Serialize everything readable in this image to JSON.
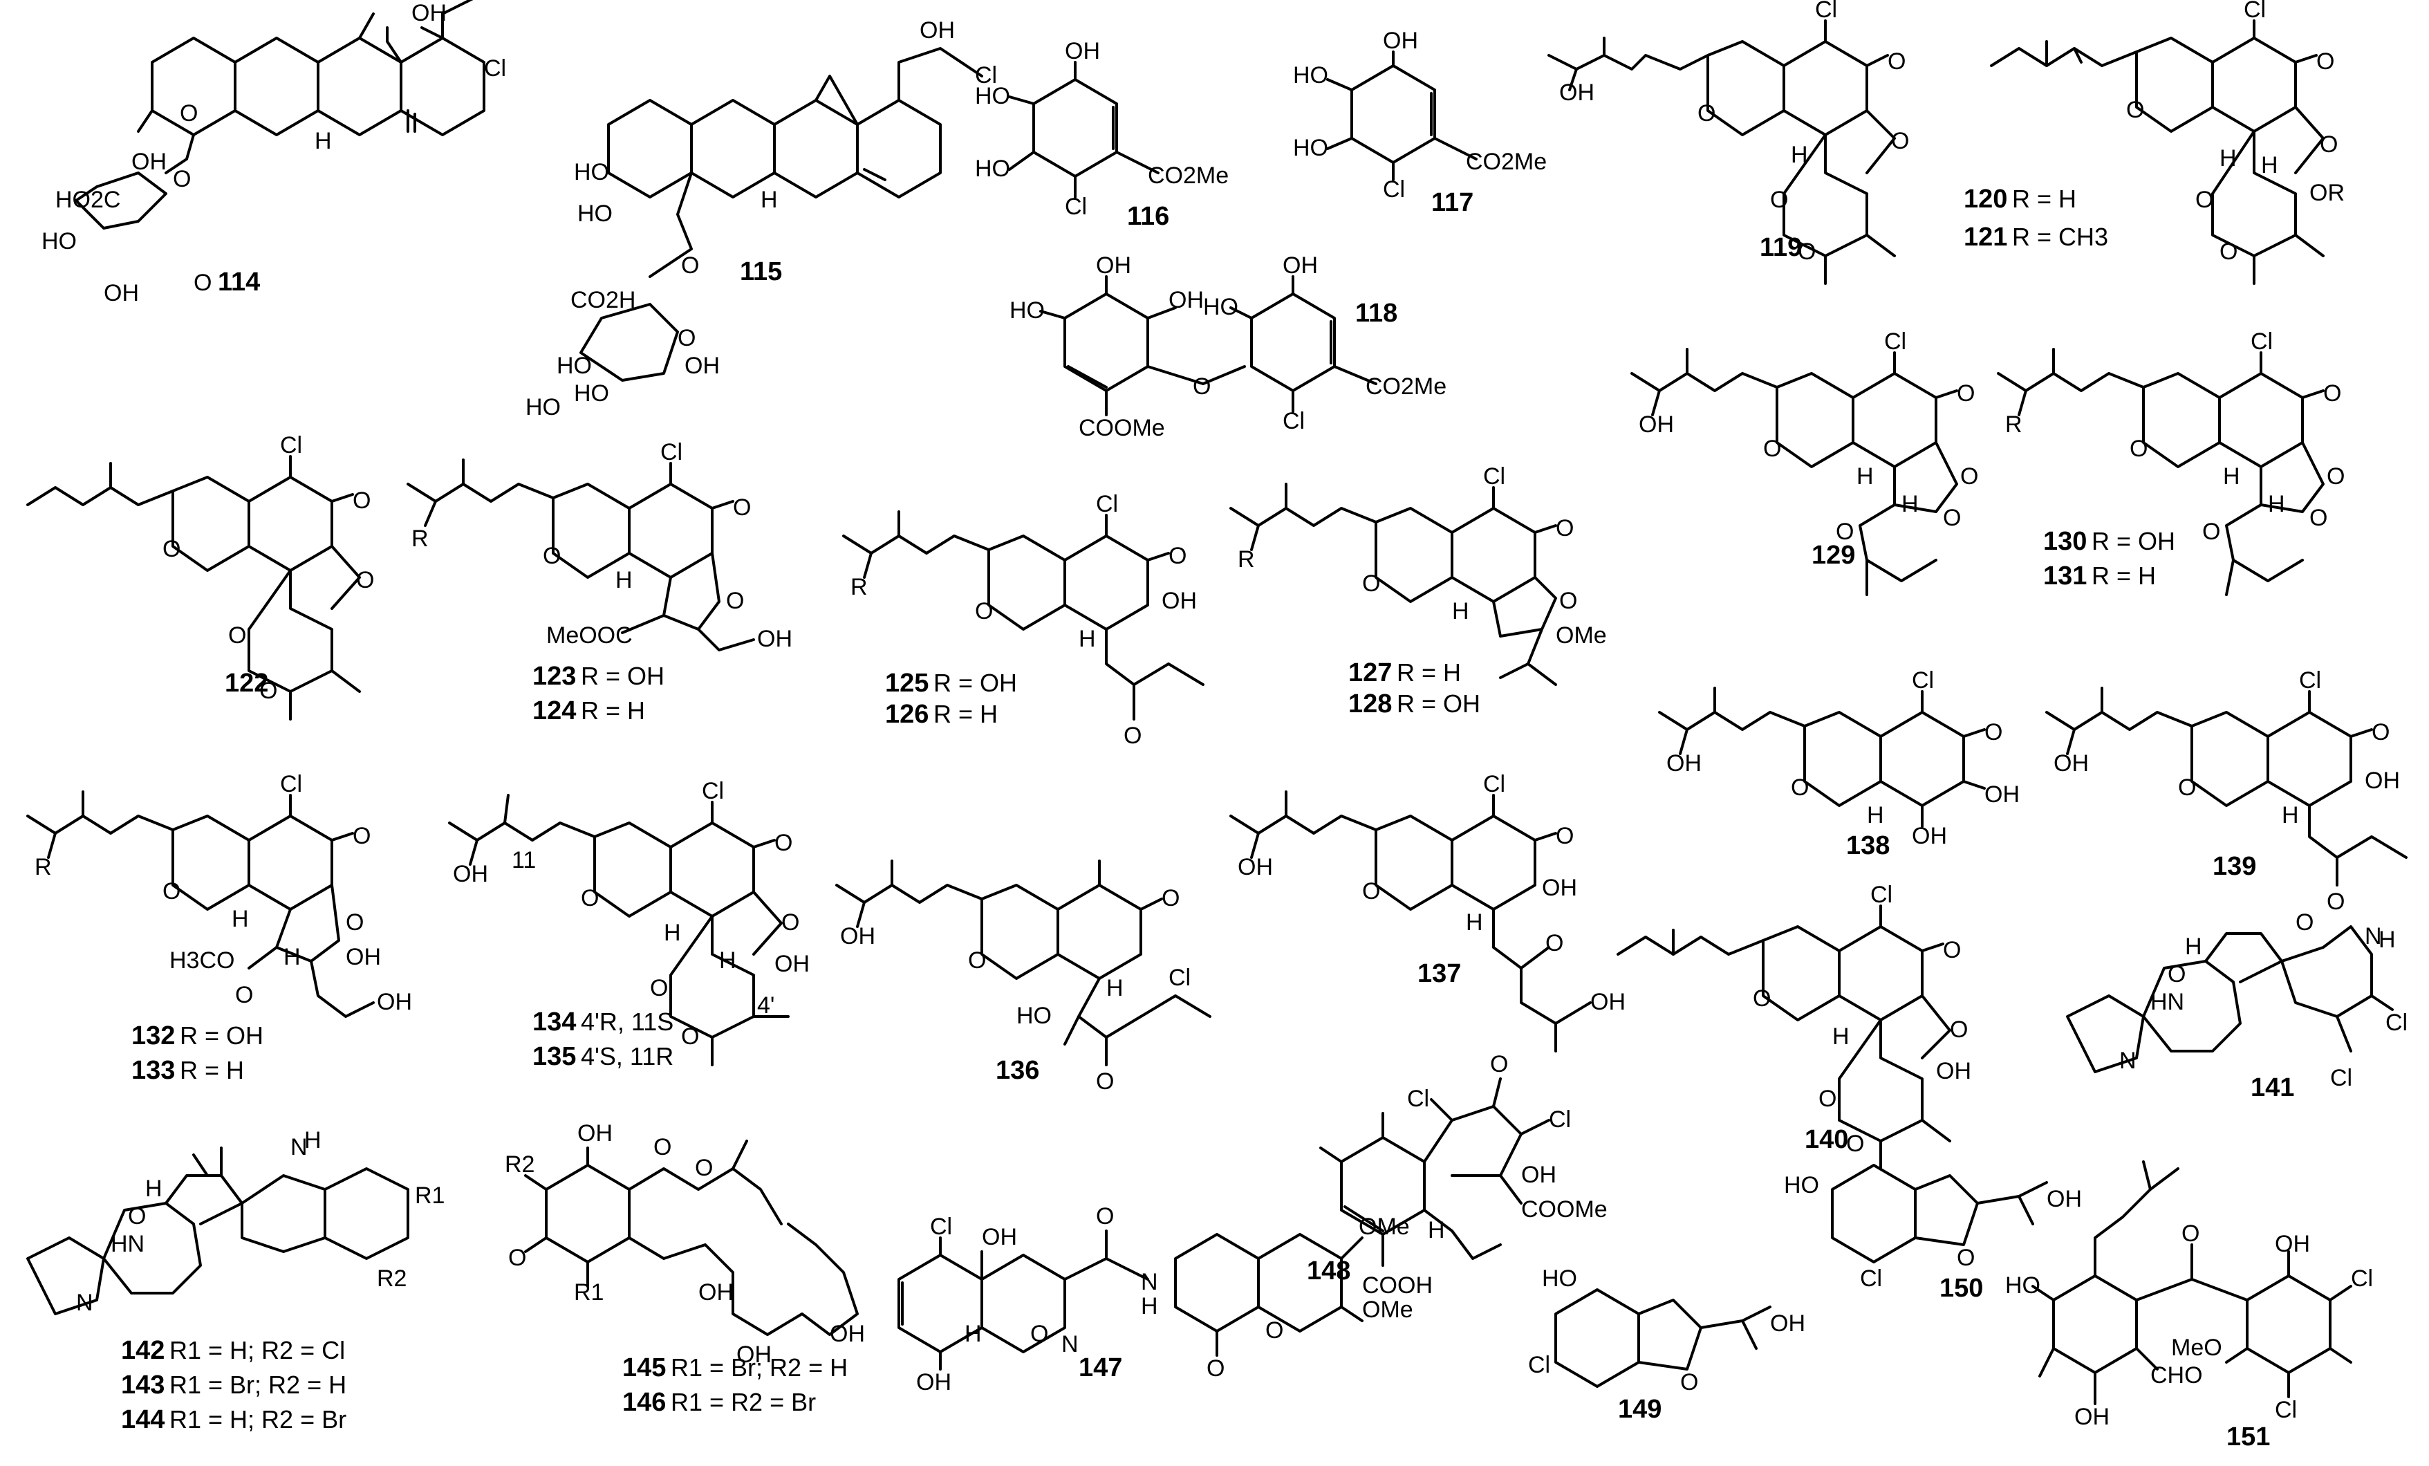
{
  "figure": {
    "compounds": [
      {
        "id": "114",
        "label": "114"
      },
      {
        "id": "115",
        "label": "115"
      },
      {
        "id": "116",
        "label": "116"
      },
      {
        "id": "117",
        "label": "117"
      },
      {
        "id": "118",
        "label": "118"
      },
      {
        "id": "119",
        "label": "119"
      },
      {
        "id": "120",
        "label": "120",
        "substituent": "R = H"
      },
      {
        "id": "121",
        "label": "121",
        "substituent": "R = CH3"
      },
      {
        "id": "122",
        "label": "122"
      },
      {
        "id": "123",
        "label": "123",
        "substituent": "R = OH"
      },
      {
        "id": "124",
        "label": "124",
        "substituent": "R = H"
      },
      {
        "id": "125",
        "label": "125",
        "substituent": "R = OH"
      },
      {
        "id": "126",
        "label": "126",
        "substituent": "R = H"
      },
      {
        "id": "127",
        "label": "127",
        "substituent": "R = H"
      },
      {
        "id": "128",
        "label": "128",
        "substituent": "R = OH"
      },
      {
        "id": "129",
        "label": "129"
      },
      {
        "id": "130",
        "label": "130",
        "substituent": "R = OH"
      },
      {
        "id": "131",
        "label": "131",
        "substituent": "R = H"
      },
      {
        "id": "132",
        "label": "132",
        "substituent": "R = OH"
      },
      {
        "id": "133",
        "label": "133",
        "substituent": "R = H"
      },
      {
        "id": "134",
        "label": "134",
        "substituent": "4'R, 11S"
      },
      {
        "id": "135",
        "label": "135",
        "substituent": "4'S, 11R"
      },
      {
        "id": "136",
        "label": "136"
      },
      {
        "id": "137",
        "label": "137"
      },
      {
        "id": "138",
        "label": "138"
      },
      {
        "id": "139",
        "label": "139"
      },
      {
        "id": "140",
        "label": "140"
      },
      {
        "id": "141",
        "label": "141"
      },
      {
        "id": "142",
        "label": "142",
        "substituent": "R1 = H; R2 = Cl"
      },
      {
        "id": "143",
        "label": "143",
        "substituent": "R1 = Br; R2 = H"
      },
      {
        "id": "144",
        "label": "144",
        "substituent": "R1 = H; R2 = Br"
      },
      {
        "id": "145",
        "label": "145",
        "substituent": "R1 = Br; R2 = H"
      },
      {
        "id": "146",
        "label": "146",
        "substituent": "R1 = R2 = Br"
      },
      {
        "id": "147",
        "label": "147"
      },
      {
        "id": "148",
        "label": "148"
      },
      {
        "id": "149",
        "label": "149"
      },
      {
        "id": "150",
        "label": "150"
      },
      {
        "id": "151",
        "label": "151"
      }
    ],
    "atoms": {
      "OH": "OH",
      "Cl": "Cl",
      "O": "O",
      "H": "H",
      "R": "R",
      "N": "N",
      "HN": "HN",
      "HO": "HO",
      "Br": "Br",
      "OMe": "OMe",
      "MeO": "MeO",
      "OR": "OR",
      "CO2H": "CO2H",
      "HO2C": "HO2C",
      "CO2Me": "CO2Me",
      "COOMe": "COOMe",
      "MeOOC": "MeOOC",
      "H3COOC": "H3CO",
      "COOH": "COOH",
      "CHO": "CHO",
      "R1": "R1",
      "R2": "R2",
      "n11": "11",
      "n4p": "4'"
    }
  }
}
